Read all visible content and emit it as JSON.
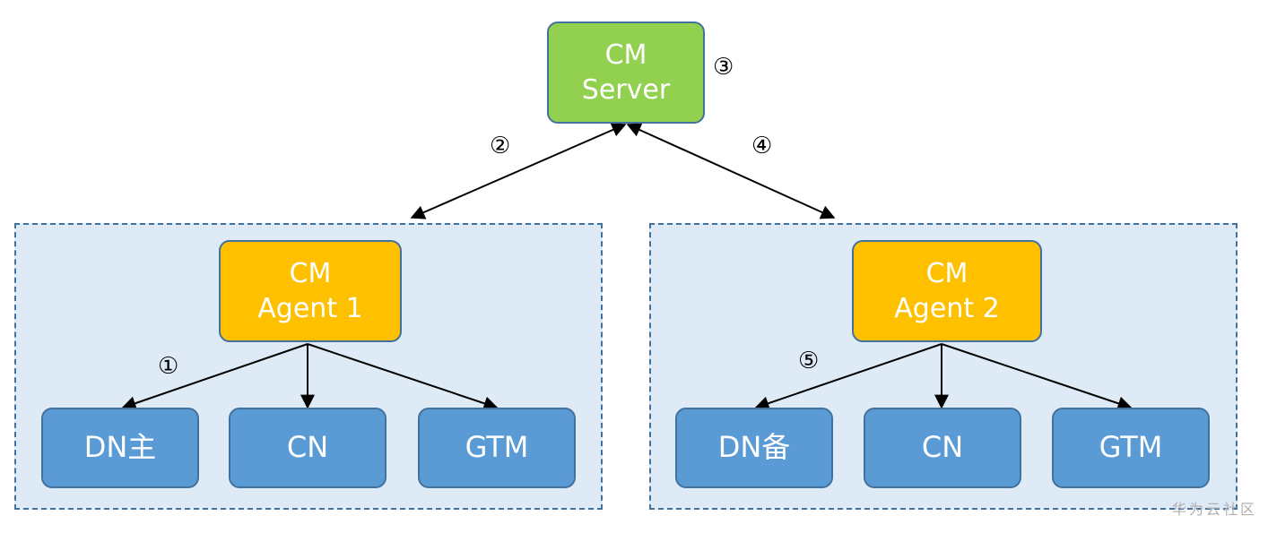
{
  "server": {
    "label": "CM\nServer",
    "color": "#92d050"
  },
  "groups": [
    {
      "agent": {
        "label": "CM\nAgent 1"
      },
      "nodes": [
        {
          "label": "DN主"
        },
        {
          "label": "CN"
        },
        {
          "label": "GTM"
        }
      ]
    },
    {
      "agent": {
        "label": "CM\nAgent 2"
      },
      "nodes": [
        {
          "label": "DN备"
        },
        {
          "label": "CN"
        },
        {
          "label": "GTM"
        }
      ]
    }
  ],
  "steps": {
    "s1": "①",
    "s2": "②",
    "s3": "③",
    "s4": "④",
    "s5": "⑤"
  },
  "colors": {
    "agent": "#ffc000",
    "node": "#5b9bd5",
    "border": "#41719c",
    "group_fill": "#deeaf6"
  },
  "watermark": "华为云社区"
}
